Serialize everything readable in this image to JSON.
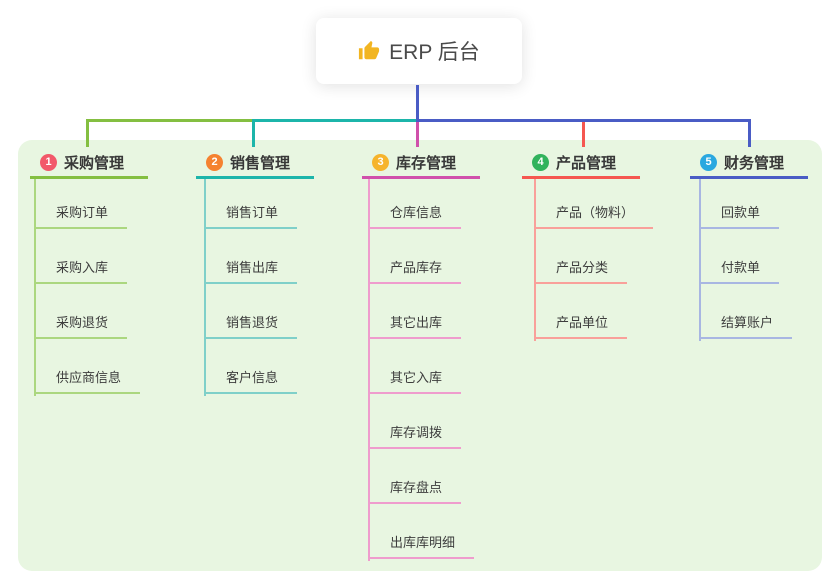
{
  "root": {
    "title": "ERP 后台",
    "icon": "thumbs-up-icon"
  },
  "colors": {
    "page_bg": "#ffffff",
    "container_bg": "#e8f6e1",
    "root_text": "#4a4a4a",
    "node_text": "#3c3c3c",
    "stem": "#4a5cc5",
    "thumb_icon": "#f2b521"
  },
  "branches": [
    {
      "index": "1",
      "label": "采购管理",
      "badge_color": "#f2596a",
      "line_color": "#84bf41",
      "child_line_color": "#abd77f",
      "children": [
        "采购订单",
        "采购入库",
        "采购退货",
        "供应商信息"
      ]
    },
    {
      "index": "2",
      "label": "销售管理",
      "badge_color": "#f58230",
      "line_color": "#1cb5aa",
      "child_line_color": "#7fd0c9",
      "children": [
        "销售订单",
        "销售出库",
        "销售退货",
        "客户信息"
      ]
    },
    {
      "index": "3",
      "label": "库存管理",
      "badge_color": "#f6b42c",
      "line_color": "#d050ab",
      "child_line_color": "#ef9ccd",
      "children": [
        "仓库信息",
        "产品库存",
        "其它出库",
        "其它入库",
        "库存调拨",
        "库存盘点",
        "出库库明细"
      ]
    },
    {
      "index": "4",
      "label": "产品管理",
      "badge_color": "#31b35c",
      "line_color": "#f55750",
      "child_line_color": "#f9a09a",
      "children": [
        "产品（物料）",
        "产品分类",
        "产品单位"
      ]
    },
    {
      "index": "5",
      "label": "财务管理",
      "badge_color": "#2aa8e0",
      "line_color": "#4a5cc5",
      "child_line_color": "#a8b6e2",
      "children": [
        "回款单",
        "付款单",
        "结算账户"
      ]
    }
  ]
}
